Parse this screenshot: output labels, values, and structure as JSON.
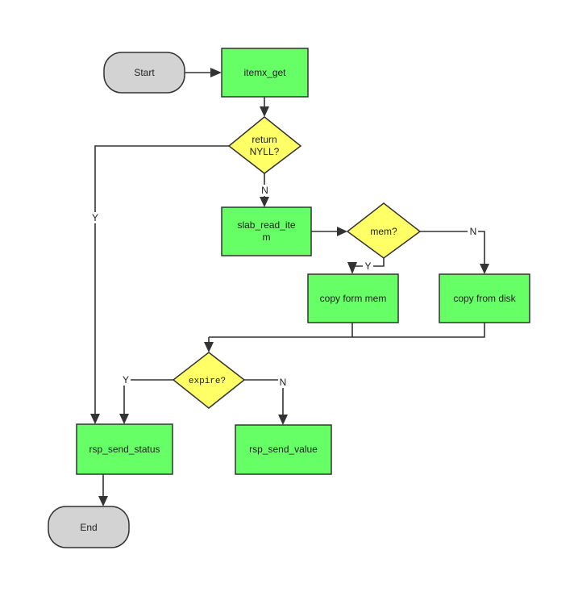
{
  "colors": {
    "process_fill": "#66ff66",
    "decision_fill": "#ffff66",
    "terminal_fill": "#d3d3d3",
    "stroke": "#333333"
  },
  "nodes": {
    "start": "Start",
    "itemx_get": "itemx_get",
    "return_nyll_line1": "return",
    "return_nyll_line2": "NYLL?",
    "slab_read_line1": "slab_read_ite",
    "slab_read_line2": "m",
    "mem": "mem?",
    "copy_form_mem": "copy form mem",
    "copy_from_disk": "copy from disk",
    "expire": "expire?",
    "rsp_send_status": "rsp_send_status",
    "rsp_send_value": "rsp_send_value",
    "end": "End"
  },
  "edge_labels": {
    "nyll_no": "N",
    "nyll_yes": "Y",
    "mem_yes": "Y",
    "mem_no": "N",
    "expire_yes": "Y",
    "expire_no": "N"
  }
}
